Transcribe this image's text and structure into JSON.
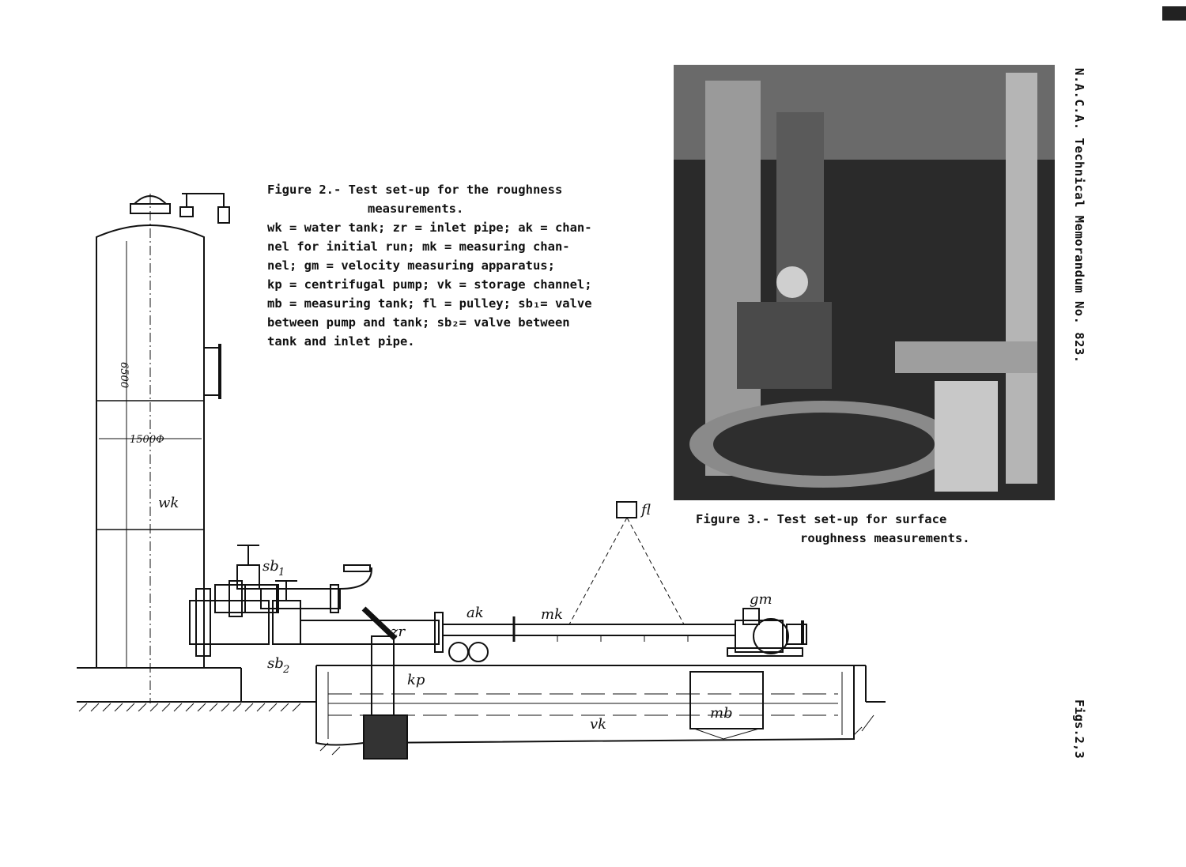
{
  "figure2": {
    "title": "Figure 2.- Test set-up for the roughness",
    "title_cont": "measurements.",
    "legend_lines": [
      "wk = water tank; zr = inlet pipe; ak = chan-",
      "nel for initial run; mk = measuring chan-",
      "nel; gm = velocity measuring apparatus;",
      "kp = centrifugal pump; vk = storage channel;",
      "mb = measuring tank; fl = pulley; sb₁= valve",
      "between pump and tank; sb₂= valve between",
      "tank and inlet pipe."
    ],
    "labels": {
      "wk": "wk",
      "sb1": "sb",
      "sb1_sub": "1",
      "sb2": "sb",
      "sb2_sub": "2",
      "zr": "zr",
      "kp": "kp",
      "ak": "ak",
      "mk": "mk",
      "fl": "fl",
      "gm": "gm",
      "vk": "vk",
      "mb": "mb"
    },
    "dimensions": {
      "height": "6500",
      "diameter": "1500Φ"
    }
  },
  "figure3": {
    "caption_line1": "Figure 3.- Test set-up for surface",
    "caption_line2": "roughness measurements."
  },
  "sidebar": {
    "header": "N.A.C.A. Technical Memorandum No. 823.",
    "figs": "Figs.2,3"
  }
}
